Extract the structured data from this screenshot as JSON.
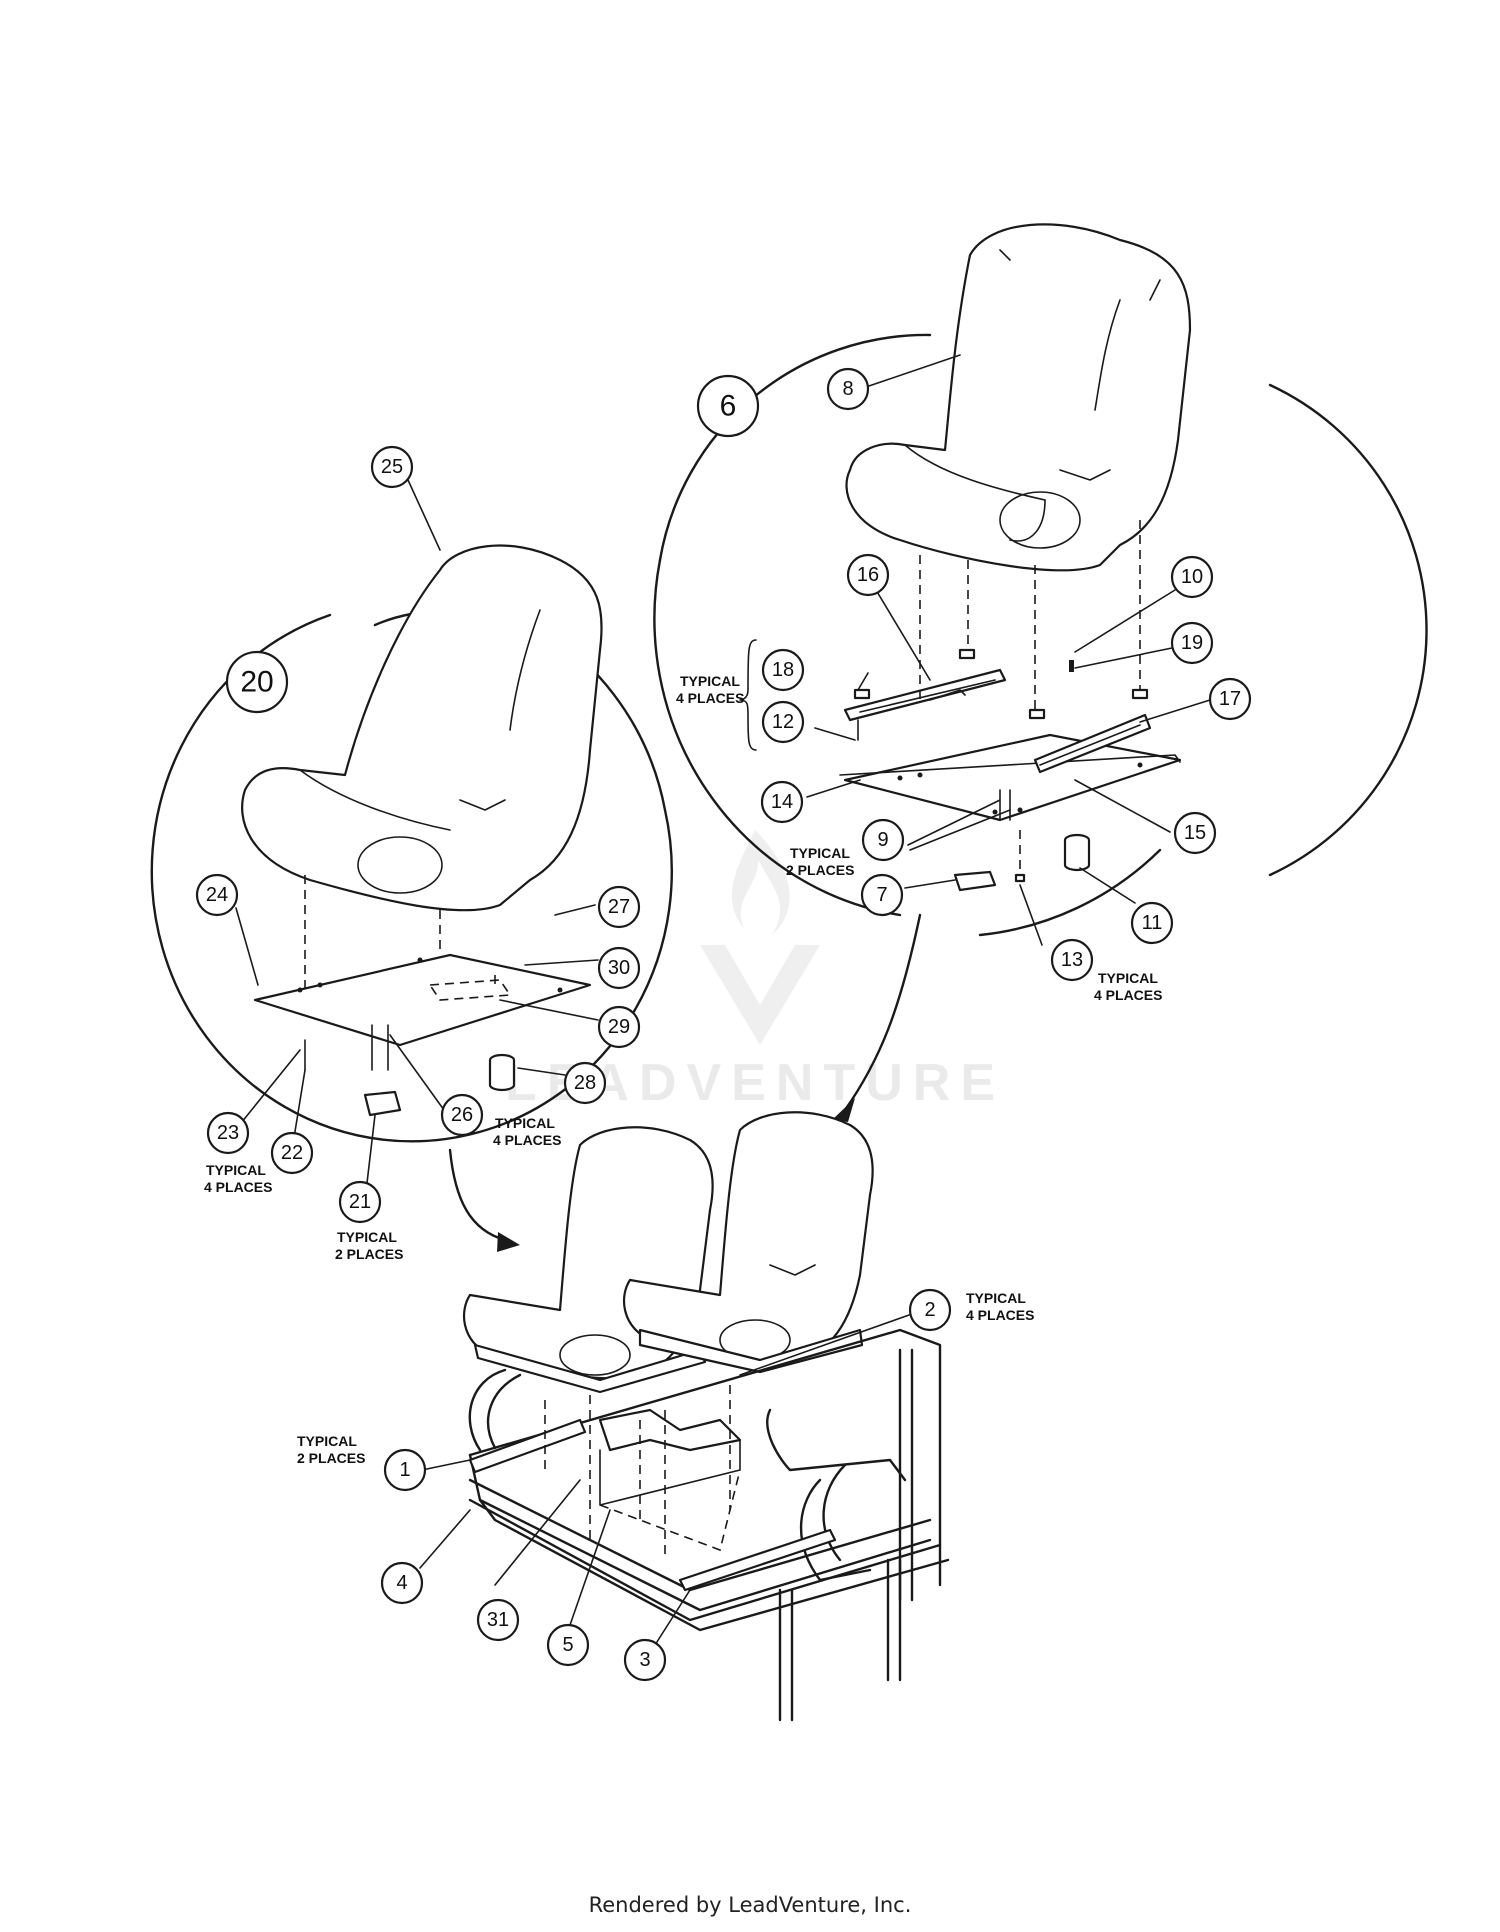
{
  "diagram": {
    "callouts": [
      {
        "id": "c1",
        "label": "1"
      },
      {
        "id": "c2",
        "label": "2"
      },
      {
        "id": "c3",
        "label": "3"
      },
      {
        "id": "c4",
        "label": "4"
      },
      {
        "id": "c5",
        "label": "5"
      },
      {
        "id": "c6",
        "label": "6"
      },
      {
        "id": "c7",
        "label": "7"
      },
      {
        "id": "c8",
        "label": "8"
      },
      {
        "id": "c9",
        "label": "9"
      },
      {
        "id": "c10",
        "label": "10"
      },
      {
        "id": "c11",
        "label": "11"
      },
      {
        "id": "c12",
        "label": "12"
      },
      {
        "id": "c13",
        "label": "13"
      },
      {
        "id": "c14",
        "label": "14"
      },
      {
        "id": "c15",
        "label": "15"
      },
      {
        "id": "c16",
        "label": "16"
      },
      {
        "id": "c17",
        "label": "17"
      },
      {
        "id": "c18",
        "label": "18"
      },
      {
        "id": "c19",
        "label": "19"
      },
      {
        "id": "c20",
        "label": "20"
      },
      {
        "id": "c21",
        "label": "21"
      },
      {
        "id": "c22",
        "label": "22"
      },
      {
        "id": "c23",
        "label": "23"
      },
      {
        "id": "c24",
        "label": "24"
      },
      {
        "id": "c25",
        "label": "25"
      },
      {
        "id": "c26",
        "label": "26"
      },
      {
        "id": "c27",
        "label": "27"
      },
      {
        "id": "c28",
        "label": "28"
      },
      {
        "id": "c29",
        "label": "29"
      },
      {
        "id": "c30",
        "label": "30"
      },
      {
        "id": "c31",
        "label": "31"
      }
    ],
    "notes": {
      "typical_label": "TYPICAL",
      "four_places": "4 PLACES",
      "two_places": "2 PLACES"
    },
    "watermark": "LEADVENTURE"
  },
  "footer": {
    "text": "Rendered by LeadVenture, Inc."
  }
}
